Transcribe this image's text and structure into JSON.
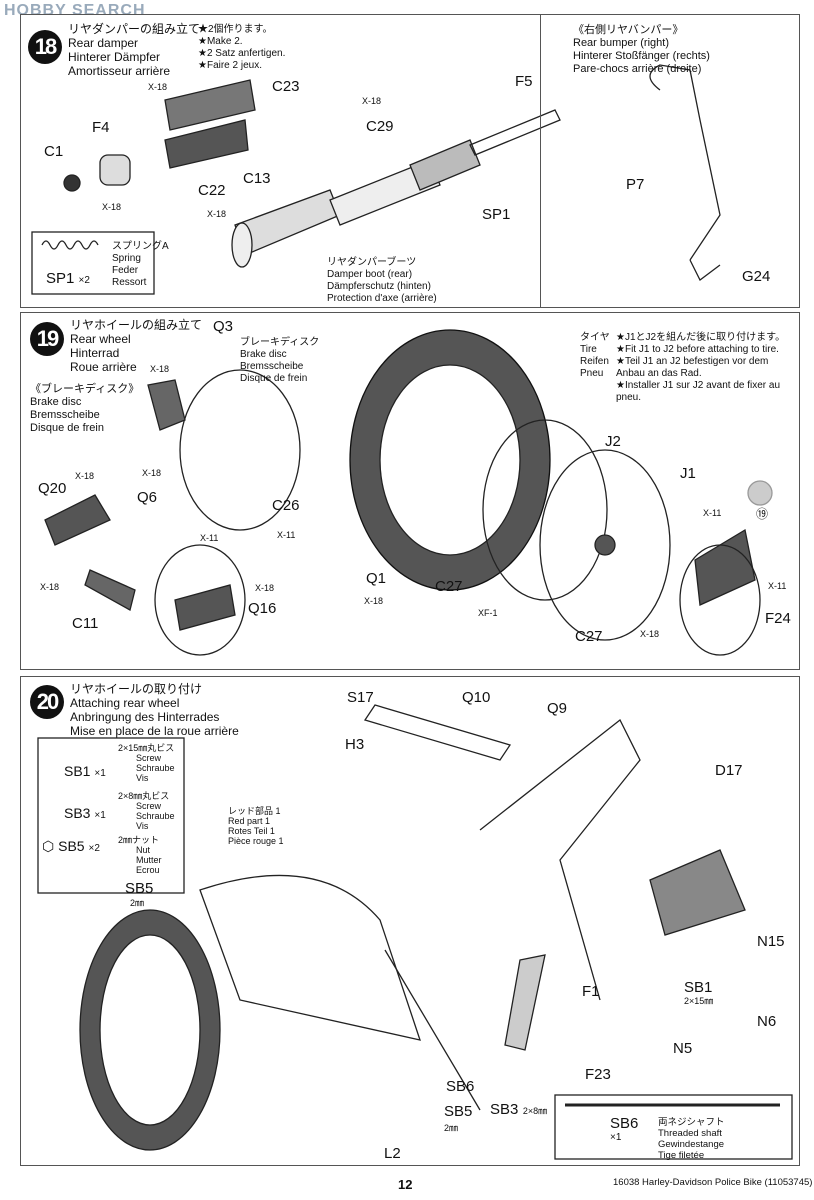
{
  "watermark": "HOBBY SEARCH",
  "step18": {
    "number": "18",
    "title": [
      "リヤダンパーの組み立て",
      "Rear damper",
      "Hinterer Dämpfer",
      "Amortisseur arrière"
    ],
    "note": [
      "★2個作ります。",
      "★Make 2.",
      "★2 Satz anfertigen.",
      "★Faire 2 jeux."
    ],
    "parts": [
      "C23",
      "X-18",
      "F4",
      "X-18",
      "C29",
      "F5",
      "C1",
      "C13",
      "C22",
      "X-18",
      "X-18",
      "SP1"
    ],
    "spring_box": {
      "part": "SP1",
      "qty": "×2",
      "desc": [
        "スプリングA",
        "Spring",
        "Feder",
        "Ressort"
      ]
    },
    "boot": [
      "リヤダンパーブーツ",
      "Damper boot (rear)",
      "Dämpferschutz (hinten)",
      "Protection d'axe (arrière)"
    ]
  },
  "bumper": {
    "title": [
      "《右側リヤバンパー》",
      "Rear bumper (right)",
      "Hinterer Stoßfänger (rechts)",
      "Pare-chocs arrière (droite)"
    ],
    "parts": [
      "P7",
      "G24"
    ]
  },
  "step19": {
    "number": "19",
    "title": [
      "リヤホイールの組み立て",
      "Rear wheel",
      "Hinterrad",
      "Roue arrière"
    ],
    "subtitle": [
      "《ブレーキディスク》",
      "Brake disc",
      "Bremsscheibe",
      "Disque de frein"
    ],
    "disc_label": [
      "ブレーキディスク",
      "Brake disc",
      "Bremsscheibe",
      "Disque de frein"
    ],
    "tire_label": [
      "タイヤ",
      "Tire",
      "Reifen",
      "Pneu"
    ],
    "note": [
      "★J1とJ2を組んだ後に取り付けます。",
      "★Fit J1 to J2 before attaching to tire.",
      "★Teil J1 an J2 befestigen vor dem Anbau an das Rad.",
      "★Installer J1 sur J2 avant de fixer au pneu."
    ],
    "parts": [
      "Q3",
      "X-18",
      "Q20",
      "X-18",
      "X-18",
      "Q6",
      "C26",
      "X-11",
      "X-11",
      "X-18",
      "C11",
      "X-18",
      "Q16",
      "Q1",
      "X-18",
      "C27",
      "XF-1",
      "J2",
      "J1",
      "X-11",
      "X-11",
      "C27",
      "X-18",
      "F24",
      "⑲"
    ]
  },
  "step20": {
    "number": "20",
    "title": [
      "リヤホイールの取り付け",
      "Attaching rear wheel",
      "Anbringung des Hinterrades",
      "Mise en place de la roue arrière"
    ],
    "hardware": [
      {
        "part": "SB1",
        "qty": "×1",
        "desc": [
          "2×15㎜丸ビス",
          "Screw",
          "Schraube",
          "Vis"
        ]
      },
      {
        "part": "SB3",
        "qty": "×1",
        "desc": [
          "2×8㎜丸ビス",
          "Screw",
          "Schraube",
          "Vis"
        ]
      },
      {
        "part": "SB5",
        "qty": "×2",
        "desc": [
          "2㎜ナット",
          "Nut",
          "Mutter",
          "Ecrou"
        ]
      }
    ],
    "red_part": [
      "レッド部品 1",
      "Red part 1",
      "Rotes Teil 1",
      "Pièce rouge 1"
    ],
    "parts": [
      "S17",
      "Q10",
      "Q9",
      "H3",
      "D17",
      "SB5",
      "2㎜",
      "N15",
      "SB1",
      "2×15㎜",
      "N6",
      "F1",
      "N5",
      "F23",
      "SB6",
      "SB5",
      "2㎜",
      "SB3",
      "2×8㎜",
      "L2"
    ],
    "shaft_box": {
      "part": "SB6",
      "qty": "×1",
      "desc": [
        "両ネジシャフト",
        "Threaded shaft",
        "Gewindestange",
        "Tige filetée"
      ]
    }
  },
  "footer": {
    "page": "12",
    "model": "16038  Harley-Davidson Police Bike (11053745)"
  }
}
